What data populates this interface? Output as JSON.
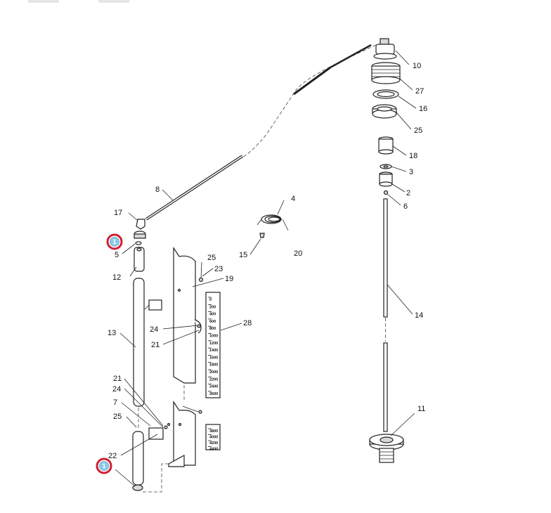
{
  "callouts": [
    {
      "id": "c10",
      "label": "10"
    },
    {
      "id": "c27",
      "label": "27"
    },
    {
      "id": "c16",
      "label": "16"
    },
    {
      "id": "c25a",
      "label": "25"
    },
    {
      "id": "c18",
      "label": "18"
    },
    {
      "id": "c3",
      "label": "3"
    },
    {
      "id": "c2",
      "label": "2"
    },
    {
      "id": "c6",
      "label": "6"
    },
    {
      "id": "c14",
      "label": "14"
    },
    {
      "id": "c11",
      "label": "11"
    },
    {
      "id": "c8",
      "label": "8"
    },
    {
      "id": "c17",
      "label": "17"
    },
    {
      "id": "c5",
      "label": "5"
    },
    {
      "id": "c12",
      "label": "12"
    },
    {
      "id": "c13",
      "label": "13"
    },
    {
      "id": "c21a",
      "label": "21"
    },
    {
      "id": "c24a",
      "label": "24"
    },
    {
      "id": "c7",
      "label": "7"
    },
    {
      "id": "c25b",
      "label": "25"
    },
    {
      "id": "c22",
      "label": "22"
    },
    {
      "id": "c4",
      "label": "4"
    },
    {
      "id": "c15",
      "label": "15"
    },
    {
      "id": "c20",
      "label": "20"
    },
    {
      "id": "c25c",
      "label": "25"
    },
    {
      "id": "c23",
      "label": "23"
    },
    {
      "id": "c19",
      "label": "19"
    },
    {
      "id": "c28",
      "label": "28"
    },
    {
      "id": "c24b",
      "label": "24"
    },
    {
      "id": "c21b",
      "label": "21"
    }
  ],
  "markers": [
    {
      "id": "m1",
      "label": "1",
      "color": "#d01f2f",
      "fill": "#8ec9ea"
    },
    {
      "id": "m2",
      "label": "1",
      "color": "#d01f2f",
      "fill": "#8ec9ea"
    }
  ],
  "scale_upper": [
    "0",
    "200",
    "400",
    "600",
    "800",
    "1000",
    "1200",
    "1400",
    "1600",
    "1800",
    "2000",
    "2200",
    "2400",
    "2600"
  ],
  "scale_lower": [
    "3800",
    "4000",
    "4200",
    "4400"
  ]
}
